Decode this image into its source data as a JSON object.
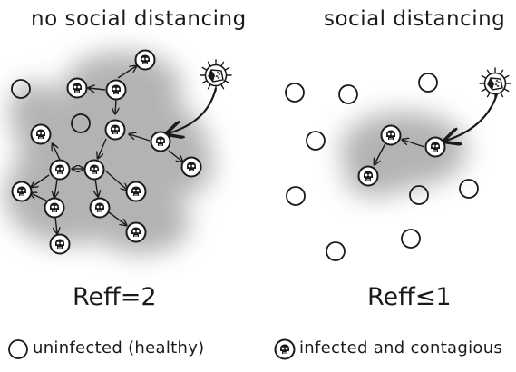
{
  "panels": {
    "left": {
      "title": "no social distancing",
      "reff": "Reff=2"
    },
    "right": {
      "title": "social distancing",
      "reff": "Reff≤1"
    }
  },
  "legend": {
    "uninfected": "uninfected (healthy)",
    "infected": "infected and contagious"
  },
  "colors": {
    "ink": "#1a1a1a",
    "cloud": "#9a9a9a",
    "background": "#ffffff"
  },
  "icons": {
    "person_healthy": "open-circle",
    "person_infected": "skull-in-circle",
    "source": "virus-icon"
  }
}
